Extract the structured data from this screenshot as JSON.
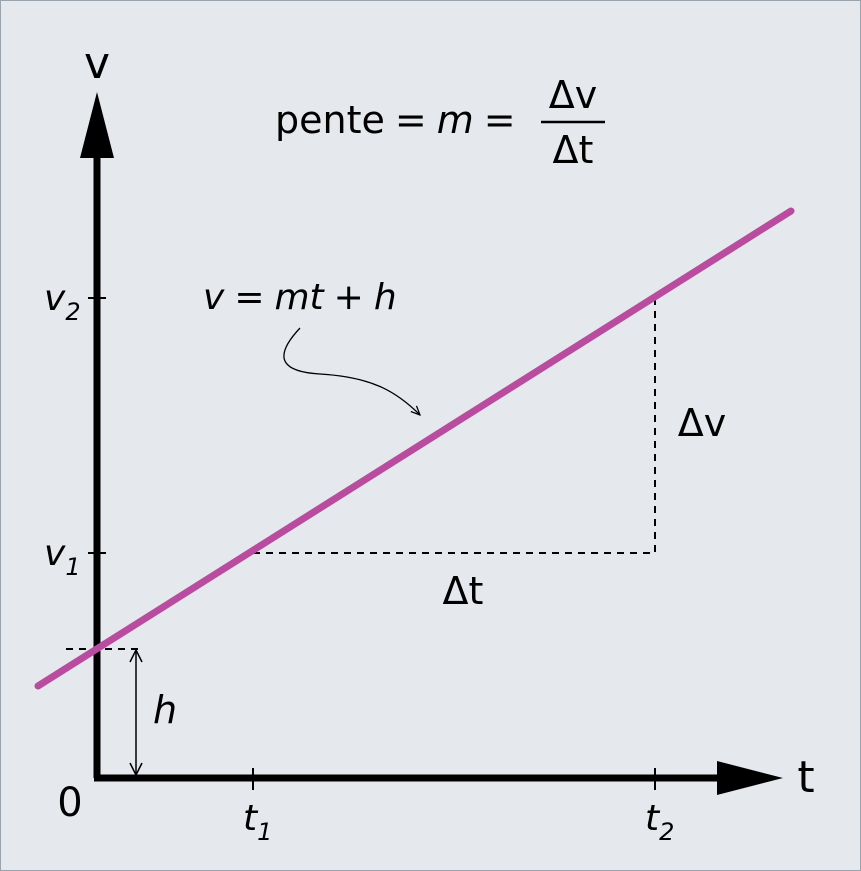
{
  "axes": {
    "y_label": "v",
    "x_label": "t",
    "origin_label": "0"
  },
  "ticks": {
    "y": [
      {
        "main": "v",
        "sub": "2"
      },
      {
        "main": "v",
        "sub": "1"
      }
    ],
    "x": [
      {
        "main": "t",
        "sub": "1"
      },
      {
        "main": "t",
        "sub": "2"
      }
    ]
  },
  "formula": {
    "prefix": "pente",
    "equals": "=",
    "symbol": "m",
    "equals2": "=",
    "numerator": "Δv",
    "denominator": "Δt"
  },
  "line_equation": {
    "v": "v",
    "eq": "=",
    "mt": "mt",
    "plus": "+",
    "h": "h"
  },
  "annotations": {
    "delta_v": "Δv",
    "delta_t": "Δt",
    "intercept": "h"
  },
  "colors": {
    "line": "#b94c9e",
    "axis": "#000000",
    "background": "#e5e9ee"
  }
}
